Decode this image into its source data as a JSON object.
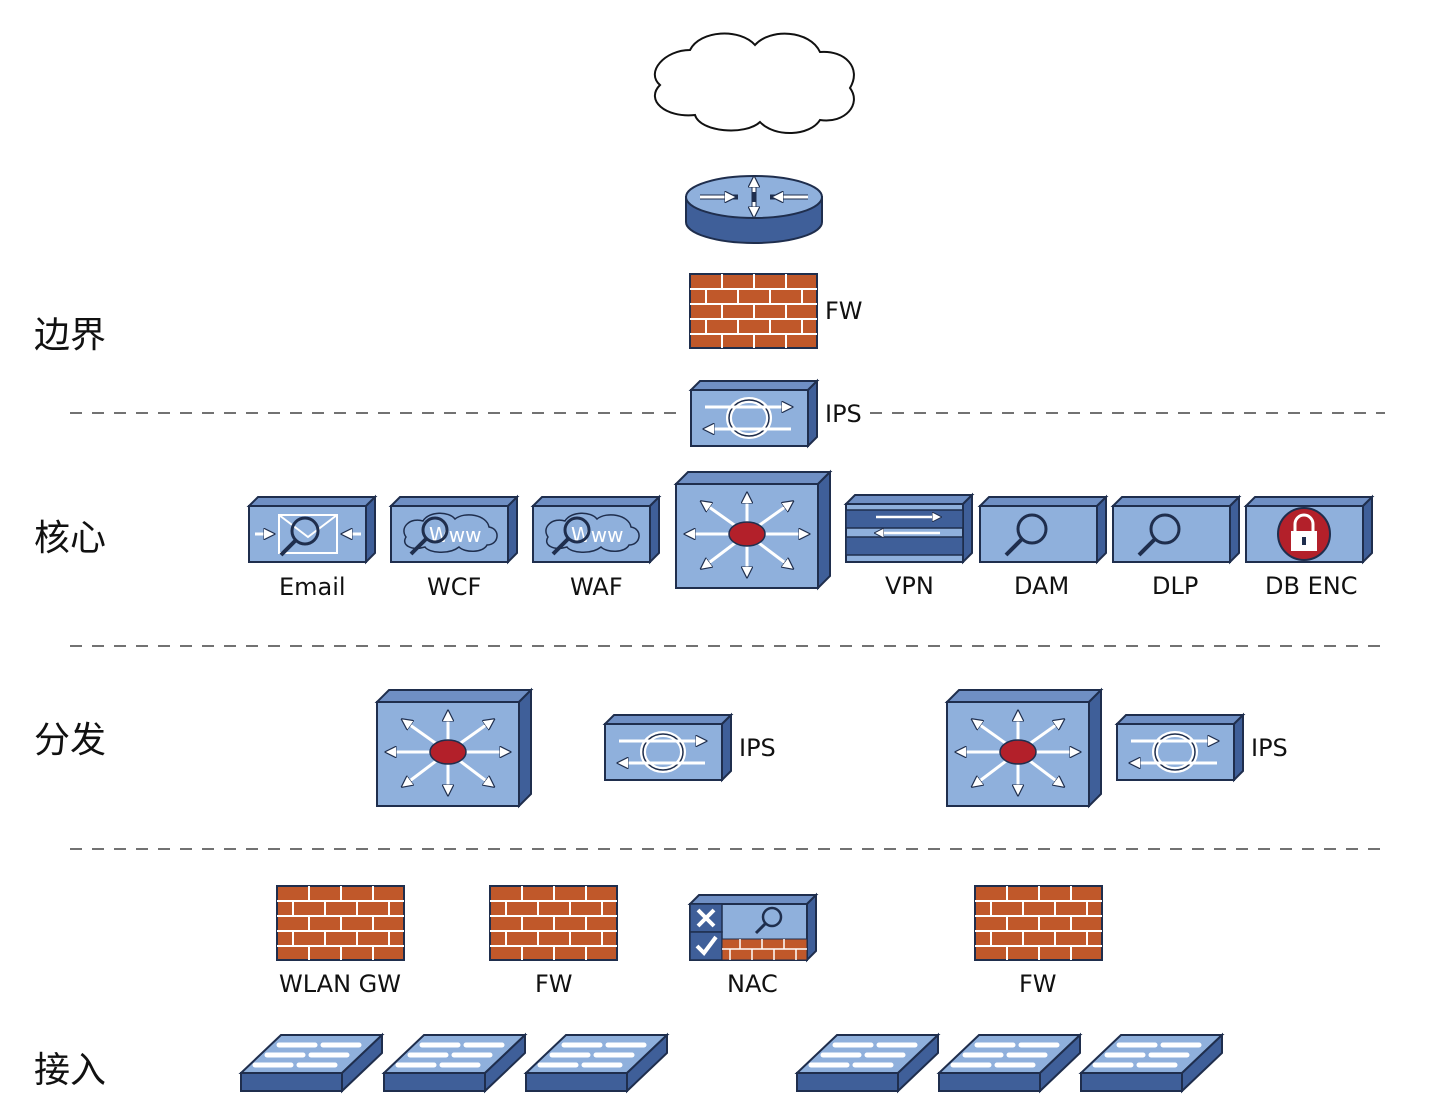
{
  "layers": {
    "border": "边界",
    "core": "核心",
    "distribution": "分发",
    "access": "接入"
  },
  "labels": {
    "edge_fw": "FW",
    "edge_ips": "IPS",
    "email": "Email",
    "wcf": "WCF",
    "waf": "WAF",
    "vpn": "VPN",
    "dam": "DAM",
    "dlp": "DLP",
    "db_enc": "DB ENC",
    "dist_ips_left": "IPS",
    "dist_ips_right": "IPS",
    "wlan_gw": "WLAN GW",
    "access_fw_left": "FW",
    "nac": "NAC",
    "access_fw_right": "FW",
    "www_text": "Www"
  },
  "icons": {
    "cloud": "cloud-icon",
    "router": "router-icon",
    "firewall": "firewall-icon",
    "ips": "ips-icon",
    "core_switch": "multilayer-switch-icon",
    "access_switch": "workgroup-switch-icon",
    "email": "email-security-icon",
    "web_filter": "web-content-filter-icon",
    "vpn": "vpn-concentrator-icon",
    "magnifier": "magnifier-icon",
    "lock": "lock-icon",
    "nac": "nac-icon"
  },
  "colors": {
    "face": "#8fb0dc",
    "side": "#3f5f99",
    "top": "#6f8fc4",
    "outline": "#1f2e4d",
    "brick": "#c0582a",
    "mortar": "#ffffff",
    "hub": "#b3202a",
    "divider": "#444444"
  }
}
